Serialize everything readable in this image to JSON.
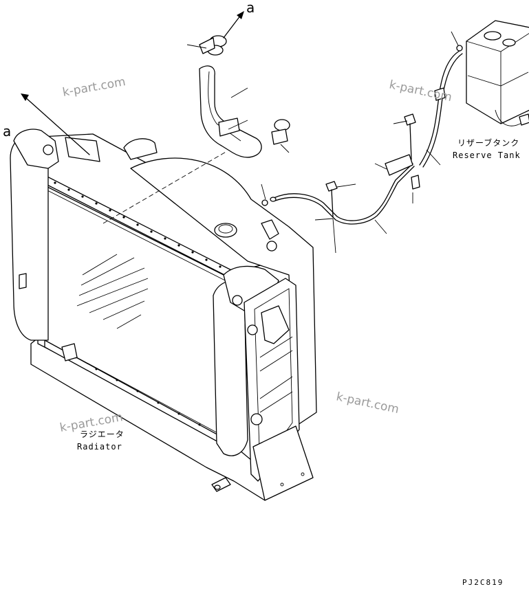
{
  "callouts": {
    "arrow_a_left": "a",
    "arrow_a_top": "a"
  },
  "labels": {
    "radiator_jp": "ラジエータ",
    "radiator_en": "Radiator",
    "reserve_tank_jp": "リザーブタンク",
    "reserve_tank_en": "Reserve Tank"
  },
  "watermarks": [
    "k-part.com",
    "k-part.com",
    "k-part.com",
    "k-part.com"
  ],
  "drawing_code": "PJ2C819"
}
